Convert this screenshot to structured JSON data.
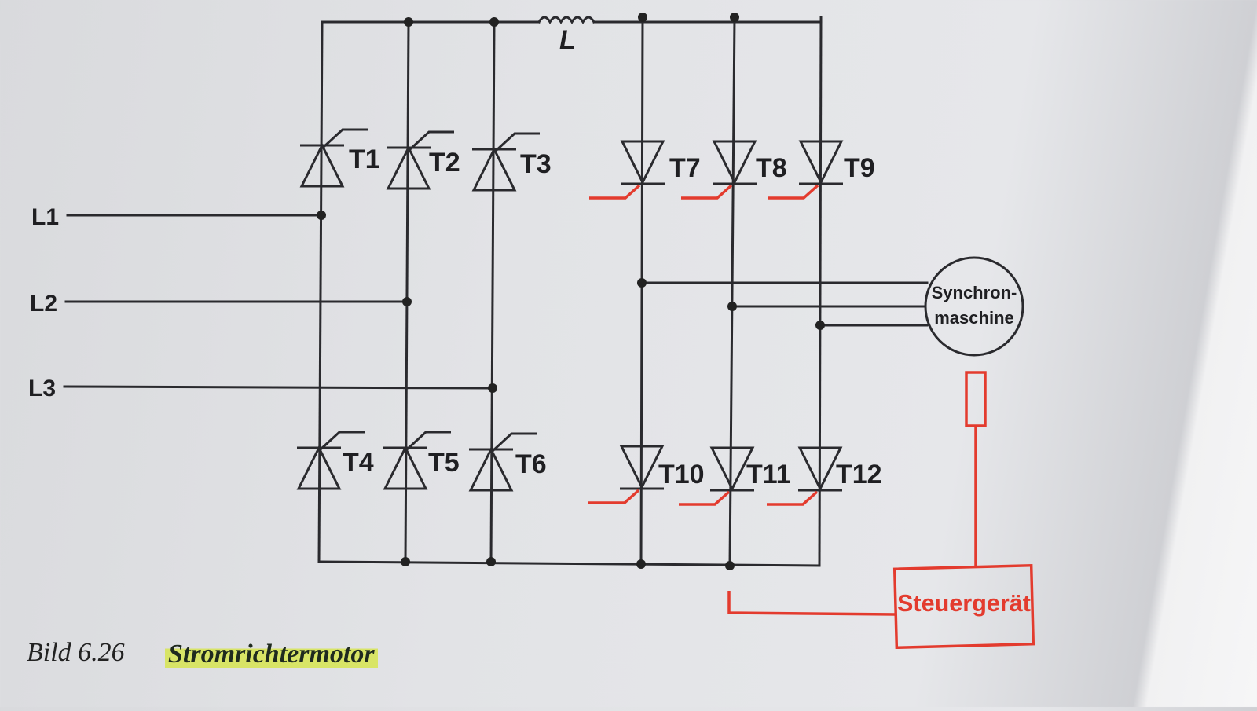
{
  "diagram": {
    "inductor_label": "L",
    "phases": [
      "L1",
      "L2",
      "L3"
    ],
    "upper_rectifier": [
      "T1",
      "T2",
      "T3"
    ],
    "lower_rectifier": [
      "T4",
      "T5",
      "T6"
    ],
    "upper_inverter": [
      "T7",
      "T8",
      "T9"
    ],
    "lower_inverter": [
      "T10",
      "T11",
      "T12"
    ],
    "machine_label_line1": "Synchron-",
    "machine_label_line2": "maschine",
    "controller_label": "Steuergerät",
    "colors": {
      "wire": "#2a2a2e",
      "control": "#e33b2e"
    }
  },
  "caption": {
    "number": "Bild 6.26",
    "title": "Stromrichtermotor"
  }
}
